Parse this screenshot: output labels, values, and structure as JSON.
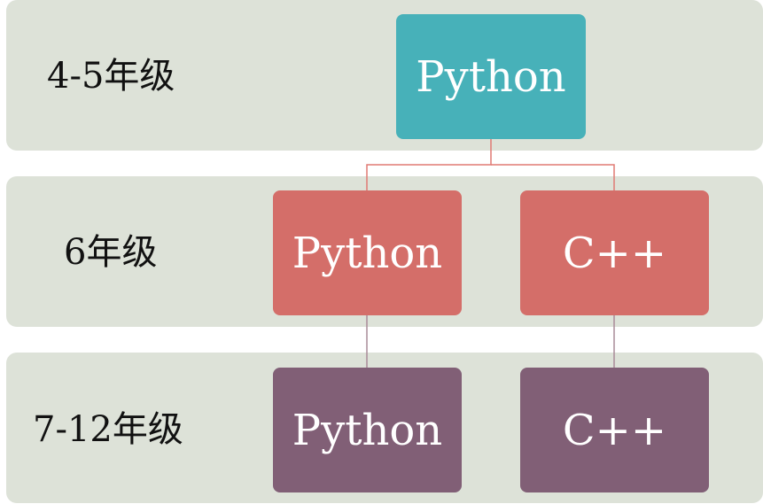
{
  "levels": [
    {
      "label": "4-5年级"
    },
    {
      "label": "6年级"
    },
    {
      "label": "7-12年级"
    }
  ],
  "nodes": {
    "top": {
      "label": "Python"
    },
    "mid_left": {
      "label": "Python"
    },
    "mid_right": {
      "label": "C++"
    },
    "bot_left": {
      "label": "Python"
    },
    "bot_right": {
      "label": "C++"
    }
  },
  "colors": {
    "band": "#dde2d8",
    "top_node": "#47b1b9",
    "mid_nodes": "#d46e69",
    "bot_nodes": "#815f76",
    "connector_top": "#e07a74",
    "connector_bottom": "#a98b98"
  }
}
